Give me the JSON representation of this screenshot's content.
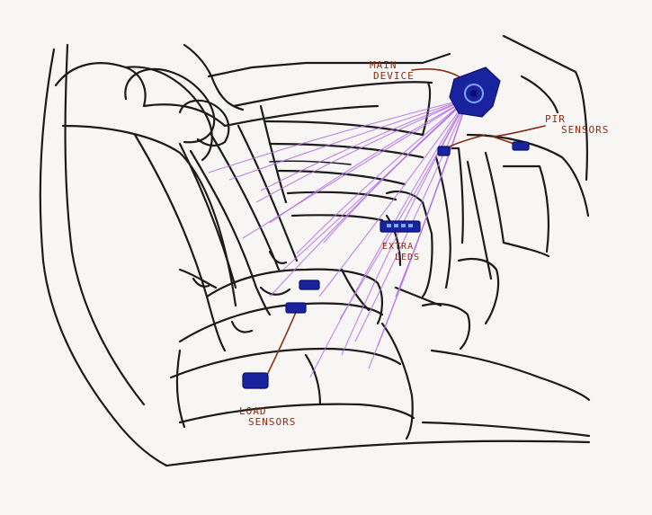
{
  "labels": {
    "main_device": [
      "MAIN",
      "DEVICE"
    ],
    "pir_sensors": [
      "PIR",
      "SENSORS"
    ],
    "extra_leds": [
      "EXTRA",
      "LEDS"
    ],
    "load_sensors": [
      "LOAD",
      "SENSORS"
    ]
  },
  "colors": {
    "annotation": "#8a2c12",
    "device": "#1a239e",
    "beam": "#b46ee6",
    "line": "#1b1b1b",
    "background": "#f7f6f4"
  }
}
